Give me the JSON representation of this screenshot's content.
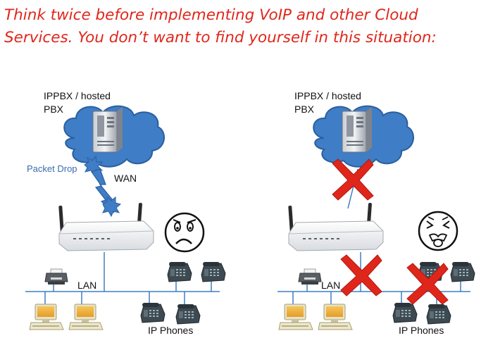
{
  "headline": {
    "line1": "Think twice before implementing VoIP and other Cloud",
    "line2": "Services. You don’t want to find yourself in this situation:"
  },
  "left": {
    "server_label_line1": "IPPBX / hosted",
    "server_label_line2": "PBX",
    "packet_drop_label": "Packet Drop",
    "wan_label": "WAN",
    "lan_label": "LAN",
    "phones_label": "IP Phones",
    "face": "worried"
  },
  "right": {
    "server_label_line1": "IPPBX / hosted",
    "server_label_line2": "PBX",
    "lan_label": "LAN",
    "phones_label": "IP Phones",
    "face": "sick"
  },
  "colors": {
    "headline": "#e0261b",
    "cloud_fill": "#3f7dc6",
    "cloud_stroke": "#2a5f9e",
    "lan_line": "#3f7dc6",
    "cross": "#e0261b",
    "packet_drop": "#3a6bb0"
  }
}
